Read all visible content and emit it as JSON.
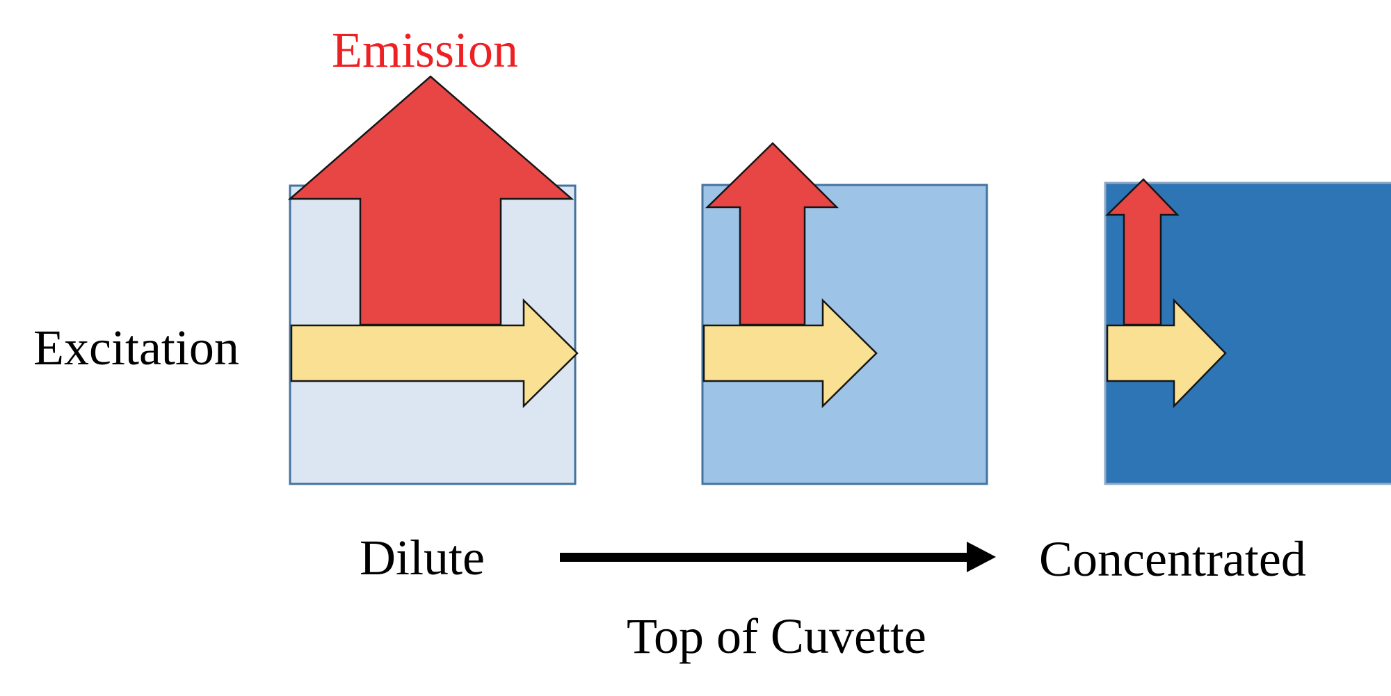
{
  "labels": {
    "emission": "Emission",
    "excitation": "Excitation",
    "dilute": "Dilute",
    "concentrated": "Concentrated",
    "bottom_caption": "Top of Cuvette"
  },
  "colors": {
    "emission_label": "#ed2124",
    "black_label": "#000000",
    "red_arrow_fill": "#e84545",
    "yellow_arrow_fill": "#f9e092",
    "arrow_outline": "#161616",
    "cuvette_dilute_fill": "#dce6f2",
    "cuvette_middle_fill": "#9dc3e6",
    "cuvette_concentrated_fill": "#2e75b6",
    "cuvette_border": "#44739f",
    "cuvette_concentrated_border": "#8fa9c4",
    "progression_arrow": "#000000"
  }
}
